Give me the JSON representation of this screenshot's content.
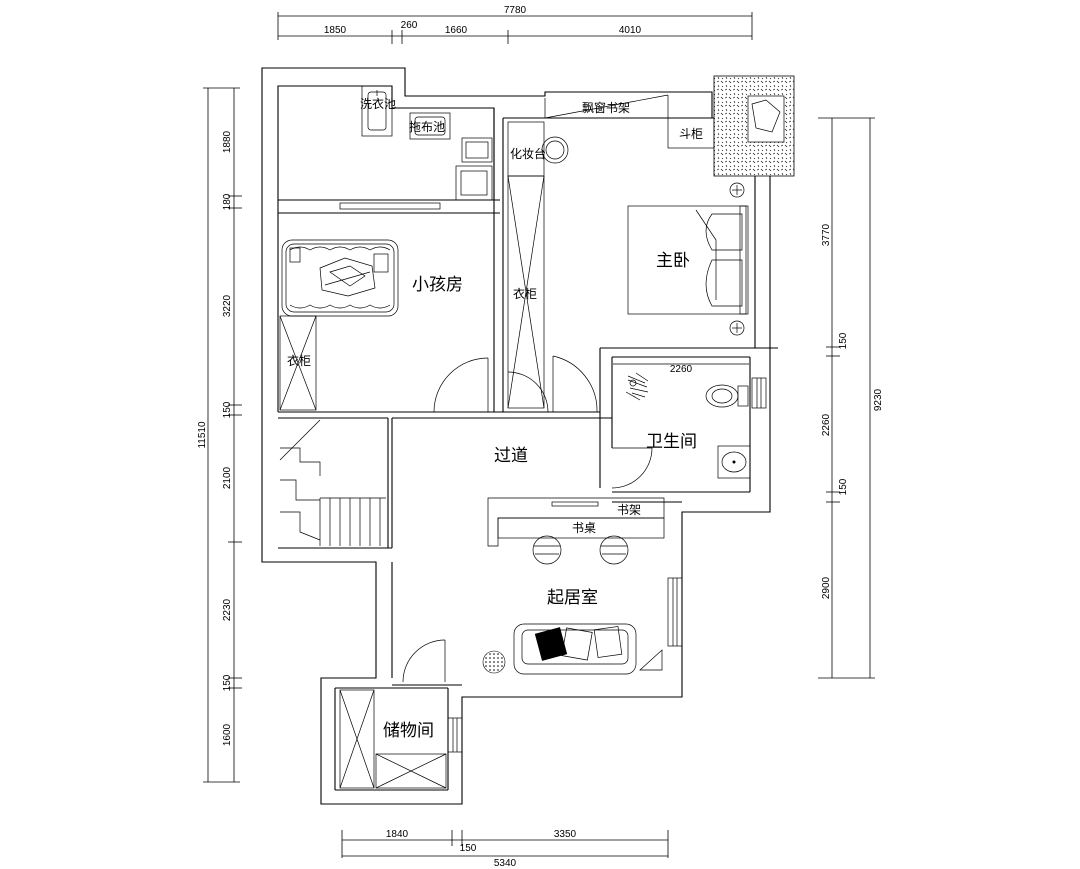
{
  "dimensions": {
    "top": {
      "total": "7780",
      "d1": "1850",
      "d2": "260",
      "d3": "1660",
      "d4": "4010"
    },
    "bottom": {
      "total": "5340",
      "d1": "1840",
      "d2": "150",
      "d3": "3350"
    },
    "left": {
      "total": "11510",
      "d1": "1880",
      "d2": "180",
      "d3": "3220",
      "d4": "150",
      "d5": "2100",
      "d6": "2230",
      "d7": "150",
      "d8": "1600"
    },
    "right": {
      "total": "9230",
      "d1": "3770",
      "d2": "150",
      "d3": "2260",
      "d4": "150",
      "d5": "2900"
    },
    "bathroom_width": "2260"
  },
  "rooms": {
    "kids_room": "小孩房",
    "master_bedroom": "主卧",
    "corridor": "过道",
    "bathroom": "卫生间",
    "living_room": "起居室",
    "storage": "储物间"
  },
  "fixtures": {
    "laundry_sink": "洗衣池",
    "mop_sink": "拖布池",
    "bay_window_shelf": "飘窗书架",
    "chest": "斗柜",
    "dresser": "化妆台",
    "wardrobe_master": "衣柜",
    "wardrobe_kids": "衣柜",
    "bookshelf": "书架",
    "desk": "书桌"
  }
}
